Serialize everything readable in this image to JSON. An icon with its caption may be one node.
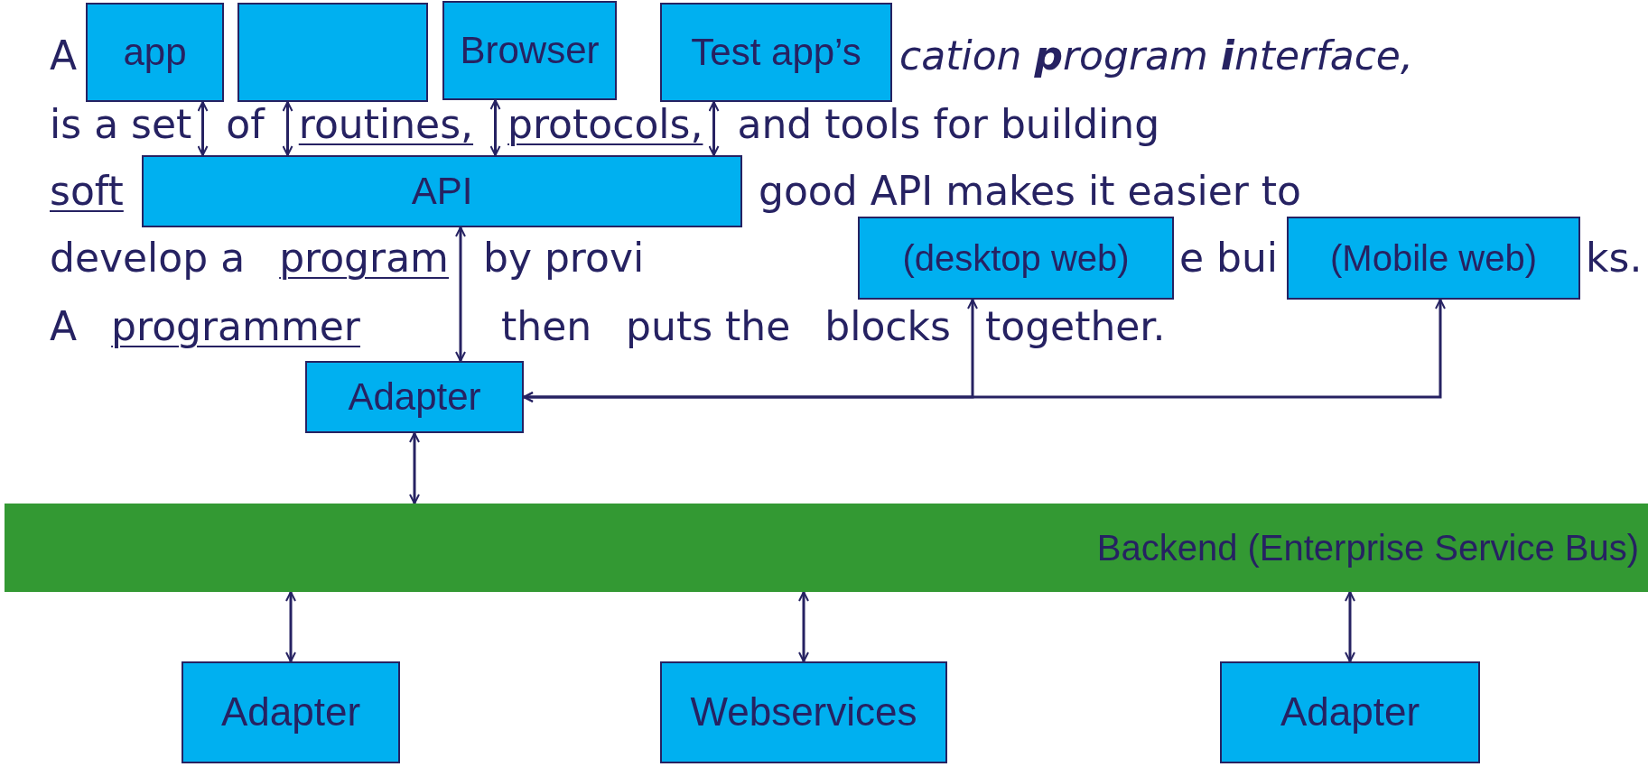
{
  "diagram": {
    "nodes": [
      {
        "text": [
          "app"
        ]
      },
      {
        "text": [],
        "shape": "box"
      },
      {
        "text": [
          "Browser"
        ]
      },
      {
        "text": [
          "Test app’s"
        ]
      },
      {
        "text": [
          "API"
        ]
      },
      {
        "text": [
          "(desktop web)"
        ]
      },
      {
        "text": [
          "(Mobile web)"
        ]
      },
      {
        "text": [
          "Adapter"
        ]
      },
      {
        "text": [
          "Backend (Enterprise Service Bus)"
        ]
      },
      {
        "text": [
          "Adapter"
        ]
      },
      {
        "text": [
          "Webservices"
        ]
      },
      {
        "text": [
          "Adapter"
        ]
      }
    ],
    "edges": [
      {
        "from": 0,
        "to": 4,
        "arrow": "both"
      },
      {
        "from": 1,
        "to": 4,
        "arrow": "both"
      },
      {
        "from": 2,
        "to": 4,
        "arrow": "both"
      },
      {
        "from": 3,
        "to": 4,
        "arrow": "both"
      },
      {
        "from": 4,
        "to": 7,
        "arrow": "both"
      },
      {
        "from": 5,
        "to": 7,
        "arrow": "both"
      },
      {
        "from": 6,
        "to": 7,
        "arrow": "both"
      },
      {
        "from": 7,
        "to": 8,
        "arrow": "both"
      },
      {
        "from": 8,
        "to": 9,
        "arrow": "both"
      },
      {
        "from": 8,
        "to": 10,
        "arrow": "both"
      },
      {
        "from": 8,
        "to": 11,
        "arrow": "both"
      }
    ],
    "labels": [
      "A",
      "cation **p**rogram **i**nterface,",
      "is a set",
      "of",
      "routines,",
      "protocols,",
      "and tools for building",
      "soft",
      "good API makes it easier to",
      "develop a",
      "program",
      "by provi",
      "e bui",
      "ks.",
      "A",
      "programmer",
      "then",
      "puts the",
      "blocks",
      "together."
    ]
  }
}
